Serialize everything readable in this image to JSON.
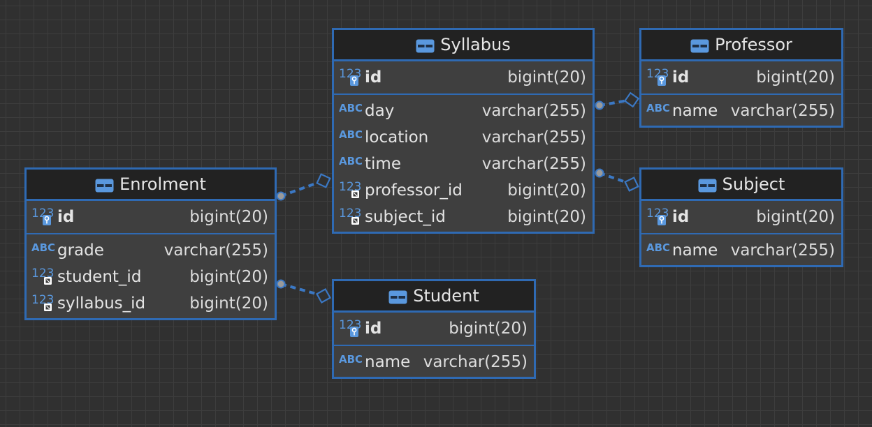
{
  "entities": [
    {
      "key": "syllabus",
      "name": "Syllabus",
      "columns": [
        {
          "name": "id",
          "type": "bigint(20)",
          "icon": "numeric-primary-key-icon",
          "pk": true
        },
        {
          "name": "day",
          "type": "varchar(255)",
          "icon": "text-column-icon"
        },
        {
          "name": "location",
          "type": "varchar(255)",
          "icon": "text-column-icon"
        },
        {
          "name": "time",
          "type": "varchar(255)",
          "icon": "text-column-icon"
        },
        {
          "name": "professor_id",
          "type": "bigint(20)",
          "icon": "numeric-foreign-key-icon"
        },
        {
          "name": "subject_id",
          "type": "bigint(20)",
          "icon": "numeric-foreign-key-icon"
        }
      ]
    },
    {
      "key": "professor",
      "name": "Professor",
      "columns": [
        {
          "name": "id",
          "type": "bigint(20)",
          "icon": "numeric-primary-key-icon",
          "pk": true
        },
        {
          "name": "name",
          "type": "varchar(255)",
          "icon": "text-column-icon"
        }
      ]
    },
    {
      "key": "enrolment",
      "name": "Enrolment",
      "columns": [
        {
          "name": "id",
          "type": "bigint(20)",
          "icon": "numeric-primary-key-icon",
          "pk": true
        },
        {
          "name": "grade",
          "type": "varchar(255)",
          "icon": "text-column-icon"
        },
        {
          "name": "student_id",
          "type": "bigint(20)",
          "icon": "numeric-foreign-key-icon"
        },
        {
          "name": "syllabus_id",
          "type": "bigint(20)",
          "icon": "numeric-foreign-key-icon"
        }
      ]
    },
    {
      "key": "subject",
      "name": "Subject",
      "columns": [
        {
          "name": "id",
          "type": "bigint(20)",
          "icon": "numeric-primary-key-icon",
          "pk": true
        },
        {
          "name": "name",
          "type": "varchar(255)",
          "icon": "text-column-icon"
        }
      ]
    },
    {
      "key": "student",
      "name": "Student",
      "columns": [
        {
          "name": "id",
          "type": "bigint(20)",
          "icon": "numeric-primary-key-icon",
          "pk": true
        },
        {
          "name": "name",
          "type": "varchar(255)",
          "icon": "text-column-icon"
        }
      ]
    }
  ],
  "relationships": [
    {
      "from": "syllabus",
      "from_column": "professor_id",
      "to": "professor"
    },
    {
      "from": "syllabus",
      "from_column": "subject_id",
      "to": "subject"
    },
    {
      "from": "enrolment",
      "from_column": "syllabus_id",
      "to": "syllabus"
    },
    {
      "from": "enrolment",
      "from_column": "student_id",
      "to": "student"
    }
  ],
  "icon_labels": {
    "numeric": "123",
    "text": "ABC"
  },
  "colors": {
    "canvas": "#303030",
    "grid": "#3d3d3d",
    "entity_border": "#2f6ab3",
    "entity_header": "#222222",
    "entity_body": "#3f3f3f",
    "icon_blue": "#5a98de",
    "connector": "#3b78c4",
    "connector_dot": "#9a9a9a"
  }
}
